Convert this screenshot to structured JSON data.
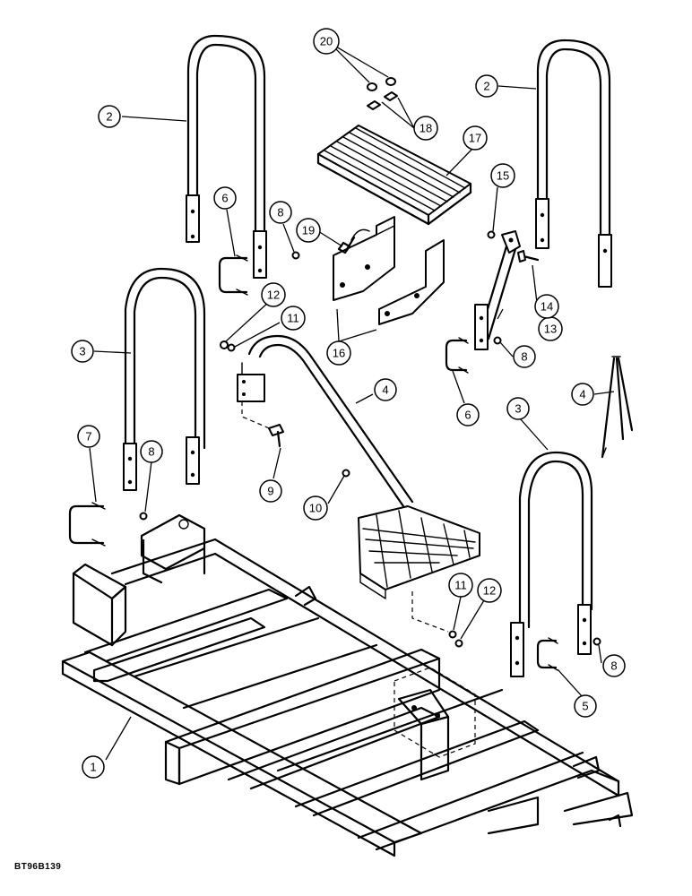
{
  "figure_code": "BT96B139",
  "callouts": [
    {
      "id": "c1",
      "label": "1"
    },
    {
      "id": "c2a",
      "label": "2"
    },
    {
      "id": "c2b",
      "label": "2"
    },
    {
      "id": "c3a",
      "label": "3"
    },
    {
      "id": "c3b",
      "label": "3"
    },
    {
      "id": "c4a",
      "label": "4"
    },
    {
      "id": "c4b",
      "label": "4"
    },
    {
      "id": "c5",
      "label": "5"
    },
    {
      "id": "c6a",
      "label": "6"
    },
    {
      "id": "c6b",
      "label": "6"
    },
    {
      "id": "c7",
      "label": "7"
    },
    {
      "id": "c8a",
      "label": "8"
    },
    {
      "id": "c8b",
      "label": "8"
    },
    {
      "id": "c8c",
      "label": "8"
    },
    {
      "id": "c8d",
      "label": "8"
    },
    {
      "id": "c9",
      "label": "9"
    },
    {
      "id": "c10",
      "label": "10"
    },
    {
      "id": "c11a",
      "label": "11"
    },
    {
      "id": "c11b",
      "label": "11"
    },
    {
      "id": "c12a",
      "label": "12"
    },
    {
      "id": "c12b",
      "label": "12"
    },
    {
      "id": "c13",
      "label": "13"
    },
    {
      "id": "c14",
      "label": "14"
    },
    {
      "id": "c15",
      "label": "15"
    },
    {
      "id": "c16",
      "label": "16"
    },
    {
      "id": "c17",
      "label": "17"
    },
    {
      "id": "c18",
      "label": "18"
    },
    {
      "id": "c19",
      "label": "19"
    },
    {
      "id": "c20",
      "label": "20"
    }
  ]
}
